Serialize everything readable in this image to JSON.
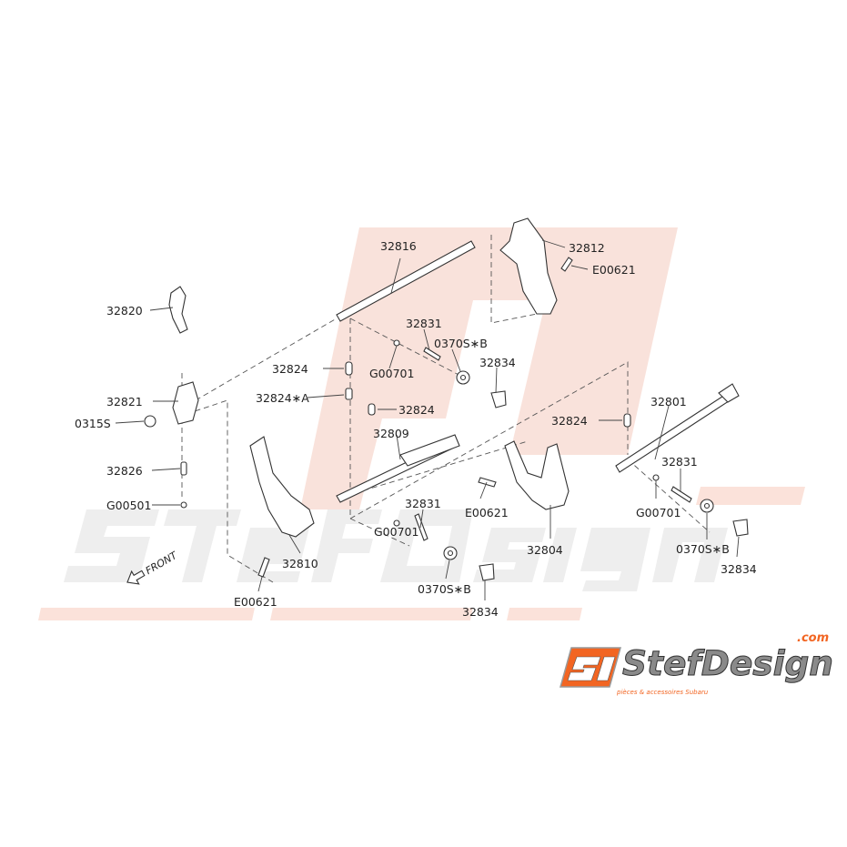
{
  "diagram": {
    "labels": {
      "l32816": "32816",
      "l32812": "32812",
      "lE00621a": "E00621",
      "l32820": "32820",
      "l32831a": "32831",
      "l0370Sa": "0370S∗B",
      "l32824a": "32824",
      "lG00701a": "G00701",
      "l32834a": "32834",
      "l32821": "32821",
      "l32824A": "32824∗A",
      "l32824b": "32824",
      "l0315S": "0315S",
      "l32824c": "32824",
      "l32801": "32801",
      "l32809": "32809",
      "l32831b": "32831",
      "l32826": "32826",
      "lE00621b": "E00621",
      "lG00501": "G00501",
      "lG00701b": "G00701",
      "l32831c": "32831",
      "lG00701c": "G00701",
      "l0370Sb": "0370S∗B",
      "l32804": "32804",
      "l32810": "32810",
      "l32834b": "32834",
      "l0370Sc": "0370S∗B",
      "lE00621c": "E00621",
      "l32834c": "32834",
      "front": "FRONT"
    }
  },
  "watermark": {
    "brand": "StefDesign",
    "tagline": "pièces & accessoires Subaru",
    "domain": ".com"
  },
  "logo": {
    "brand": "StefDesign",
    "tagline": "pièces & accessoires Subaru",
    "domain": ".com",
    "accent": "#f26522"
  }
}
